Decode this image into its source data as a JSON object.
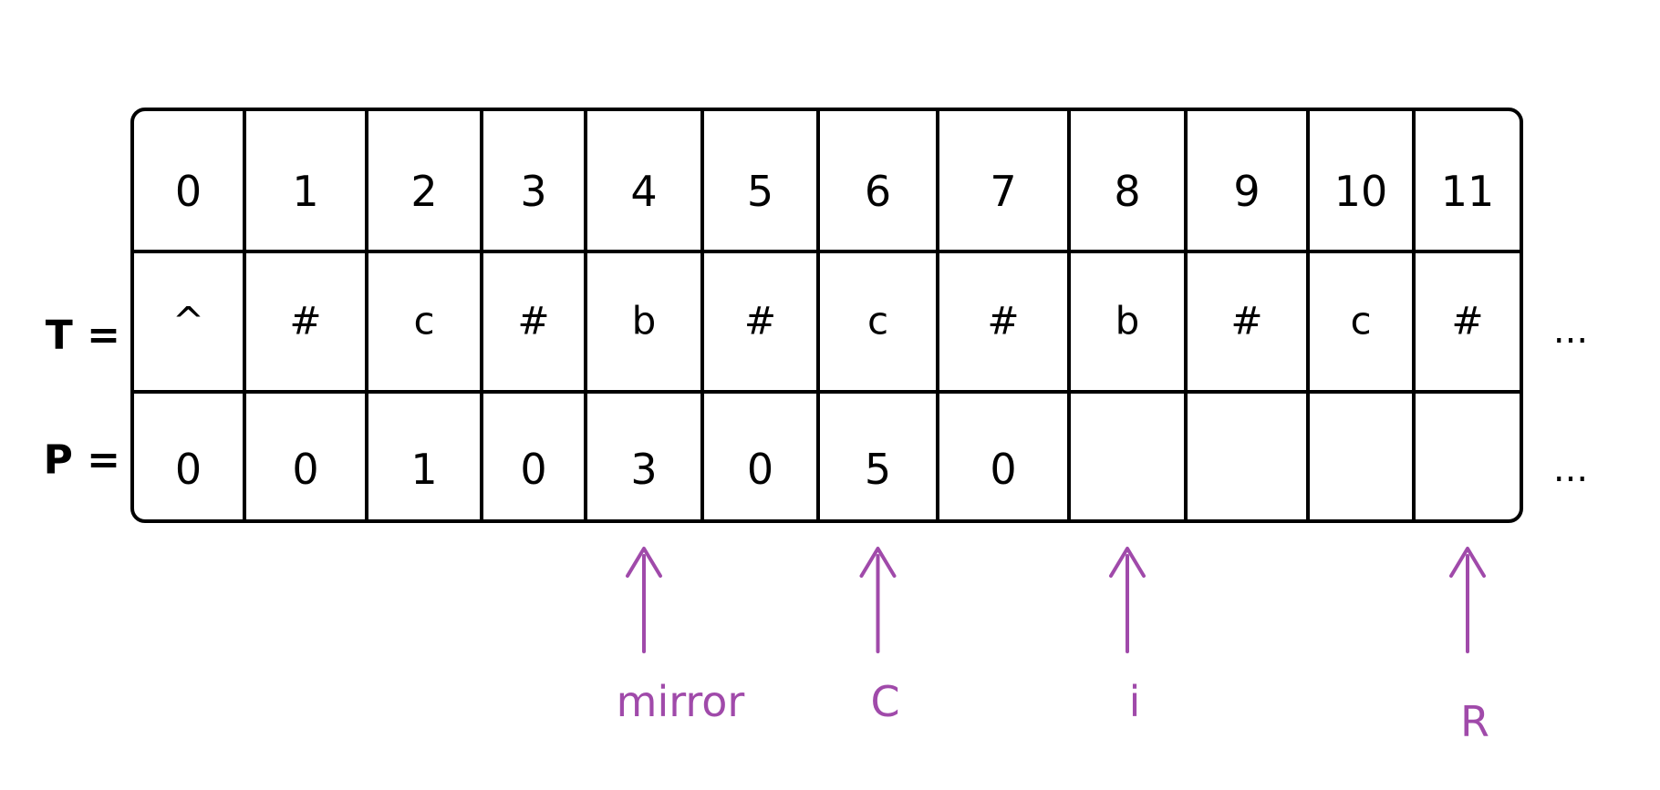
{
  "indices": [
    "0",
    "1",
    "2",
    "3",
    "4",
    "5",
    "6",
    "7",
    "8",
    "9",
    "10",
    "11"
  ],
  "t_row": {
    "label": "T =",
    "values": [
      "^",
      "#",
      "c",
      "#",
      "b",
      "#",
      "c",
      "#",
      "b",
      "#",
      "c",
      "#"
    ]
  },
  "p_row": {
    "label": "P =",
    "values": [
      "0",
      "0",
      "1",
      "0",
      "3",
      "0",
      "5",
      "0",
      "",
      "",
      "",
      ""
    ]
  },
  "continuation": "...",
  "pointers": [
    {
      "label": "mirror",
      "index": 4
    },
    {
      "label": "C",
      "index": 6
    },
    {
      "label": "i",
      "index": 8
    },
    {
      "label": "R",
      "index": 11
    }
  ],
  "colors": {
    "ink": "#000000",
    "pointer": "#a04aaa"
  }
}
